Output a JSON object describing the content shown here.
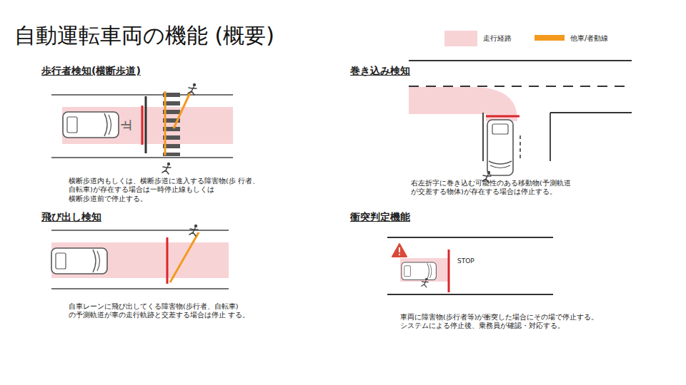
{
  "diagram": {
    "title": "自動運転車両の機能 (概要)",
    "labels": [
      "歩行者検知(横断歩道)",
      "横断歩道内もしくは、横断歩道に進入する障害物(歩 行者、自転車)が存在する場合は一時停止線もしくは 横断歩道前で停止する。",
      "止",
      "巻き込み検知",
      "右左折字に巻き込む可能性のある移動物(予測軌道 が交差する物体)が存在する場合は停止する。",
      "飛び出し検知",
      "自車レーンに飛び出してくる障害物(歩行者、自転車) の予測軌道が車の走行軌跡と交差する場合は停止 する。",
      "衝突判定機能",
      "STOP",
      "車両に障害物(歩行者等)が衝突した場合にその場で停止する。 システムによる停止後、乗務員が確認・対応する。"
    ],
    "legend": [
      {
        "text": "走行経路",
        "color": "#f8d3d6"
      },
      {
        "text": "他車/者動線",
        "color": "#f39a1e"
      }
    ]
  }
}
